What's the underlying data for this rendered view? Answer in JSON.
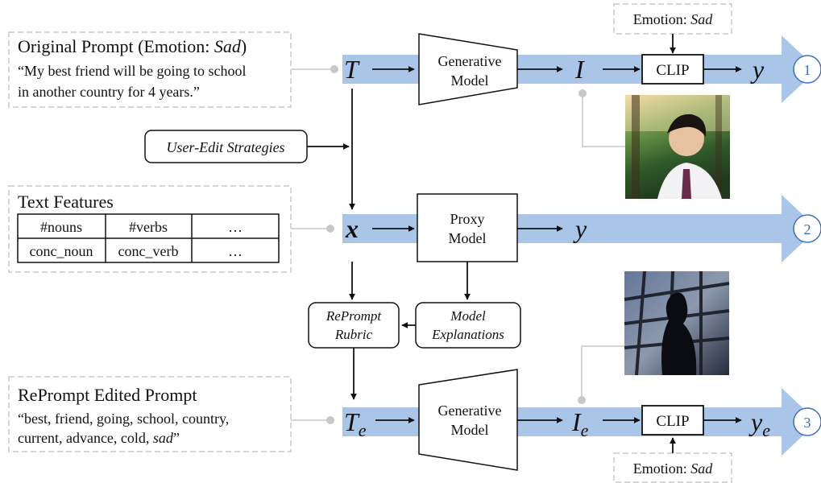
{
  "rows": [
    {
      "number": "1",
      "input_symbol": "T",
      "model_lines": [
        "Generative",
        "Model"
      ],
      "output_symbol": "I",
      "output_subscript": "",
      "clip_label": "CLIP",
      "result_symbol": "y",
      "result_subscript": ""
    },
    {
      "number": "2",
      "input_symbol": "x",
      "model_lines": [
        "Proxy",
        "Model"
      ],
      "result_symbol": "y"
    },
    {
      "number": "3",
      "input_symbol": "T",
      "input_subscript": "e",
      "model_lines": [
        "Generative",
        "Model"
      ],
      "output_symbol": "I",
      "output_subscript": "e",
      "clip_label": "CLIP",
      "result_symbol": "y",
      "result_subscript": "e"
    }
  ],
  "emotion_top": {
    "prefix": "Emotion: ",
    "value": "Sad"
  },
  "emotion_bottom": {
    "prefix": "Emotion: ",
    "value": "Sad"
  },
  "original_prompt": {
    "title_prefix": "Original Prompt (Emotion: ",
    "title_emotion": "Sad",
    "title_suffix": ")",
    "lines": [
      "“My best friend will be going to school",
      "in another country for 4 years.”"
    ]
  },
  "user_edit_strategies": "User-Edit Strategies",
  "text_features": {
    "title": "Text Features",
    "table": [
      [
        "#nouns",
        "#verbs",
        "…"
      ],
      [
        "conc_noun",
        "conc_verb",
        "…"
      ]
    ]
  },
  "reprompt_rubric": [
    "RePrompt",
    "Rubric"
  ],
  "model_explanations": [
    "Model",
    "Explanations"
  ],
  "edited_prompt": {
    "title": "RePrompt Edited Prompt",
    "line1": "“best, friend, going, school, country,",
    "line2_prefix": "current, advance, cold, ",
    "line2_emotion": "sad",
    "line2_suffix": "”"
  },
  "images": [
    {
      "subject": "photo of a smiling young man in a white shirt and tie outdoors among trees"
    },
    {
      "subject": "dark silhouette of a person behind a grid of windows"
    }
  ],
  "colors": {
    "band": "#a9c6e8",
    "number_circle": "#3c6fbf",
    "dashed_border": "#c8c8c8",
    "connector": "#c8c8c8",
    "text": "#111111"
  }
}
